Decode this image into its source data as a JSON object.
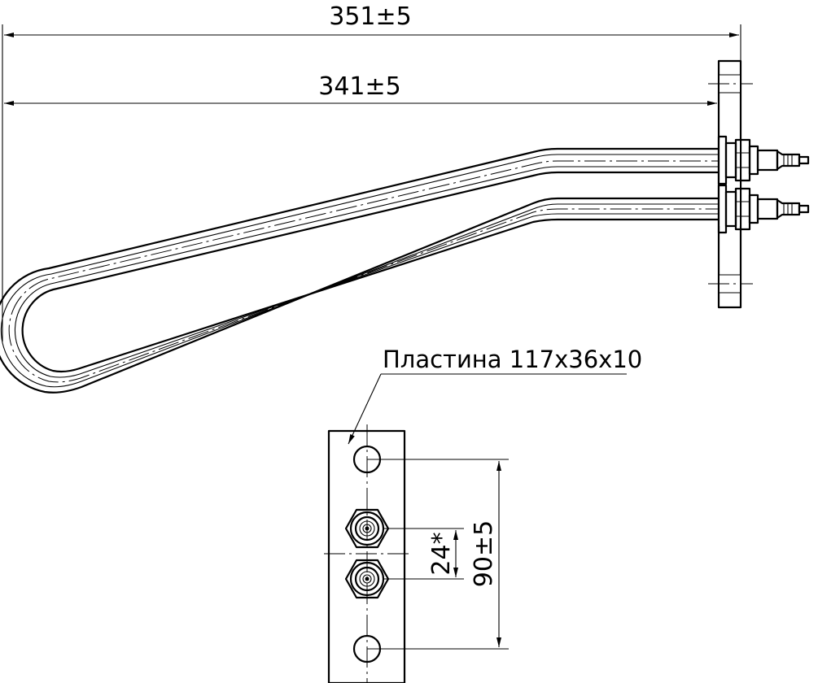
{
  "dimensions": {
    "overall_length": "351±5",
    "tube_length": "341±5",
    "terminal_spacing": "24*",
    "hole_spacing": "90±5"
  },
  "callout": {
    "plate_label": "Пластина 117х36х10"
  },
  "colors": {
    "line": "#000000",
    "background": "#ffffff"
  }
}
